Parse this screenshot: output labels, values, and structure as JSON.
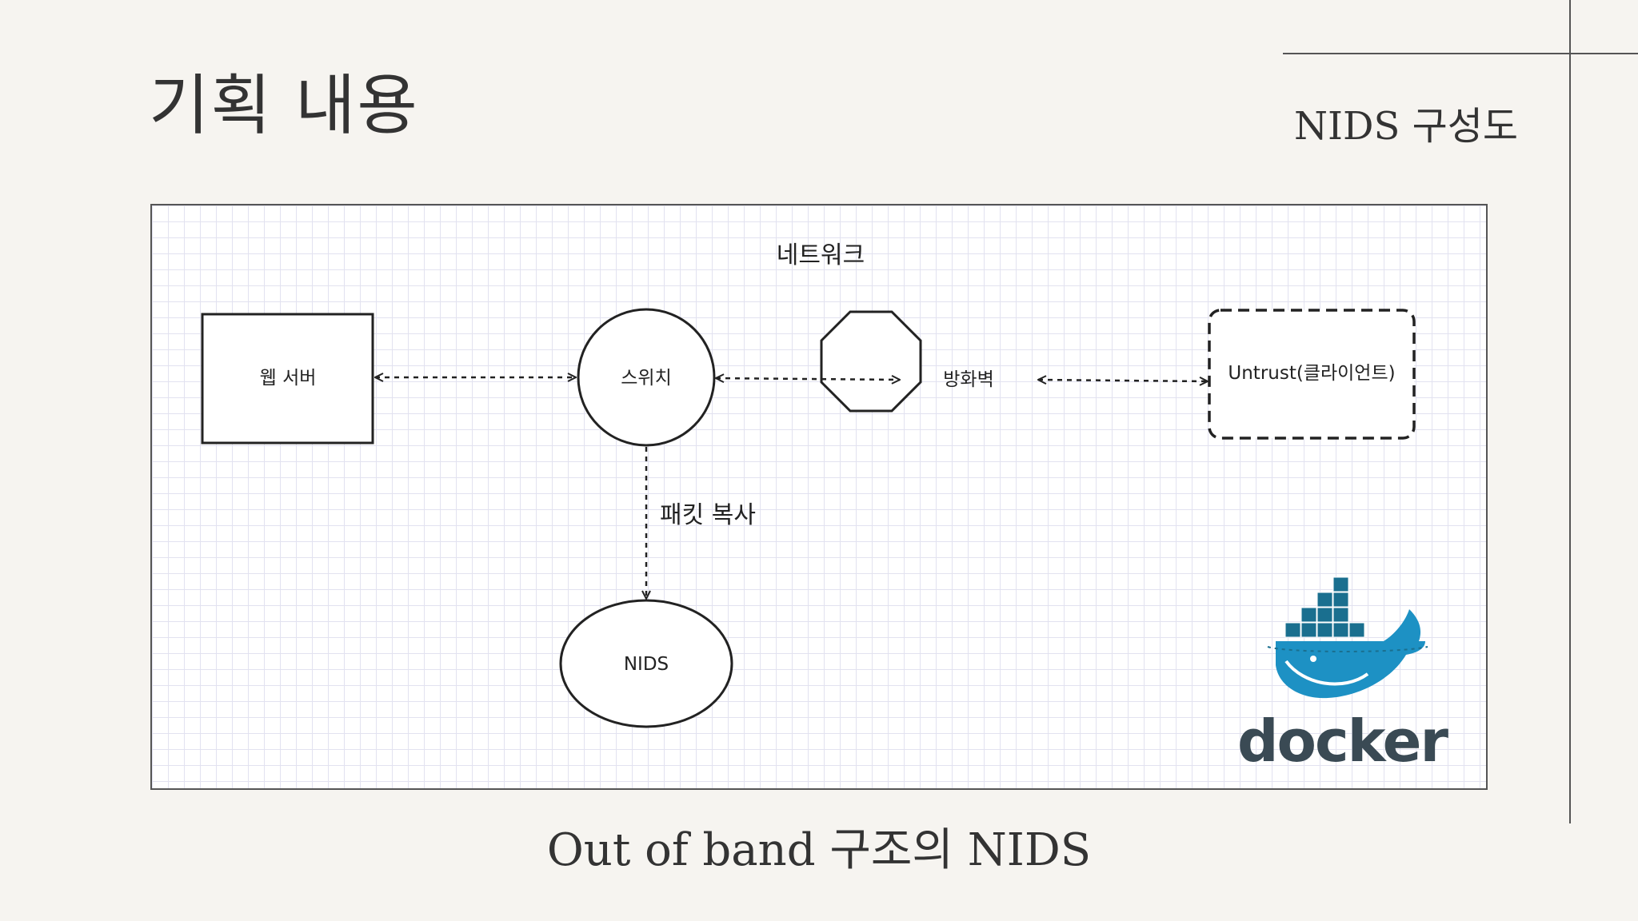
{
  "slide": {
    "title": "기획 내용",
    "section": "NIDS 구성도",
    "caption": "Out of band 구조의 NIDS"
  },
  "diagram": {
    "network_label": "네트워크",
    "nodes": {
      "web_server": "웹 서버",
      "switch": "스위치",
      "firewall": "방화벽",
      "client": "Untrust(클라이언트)",
      "nids": "NIDS"
    },
    "edges": {
      "packet_copy": "패킷 복사"
    }
  },
  "logo": {
    "text": "docker",
    "whale_color": "#1d91c4",
    "container_color": "#1a6f8f",
    "text_color": "#3a4a54"
  }
}
